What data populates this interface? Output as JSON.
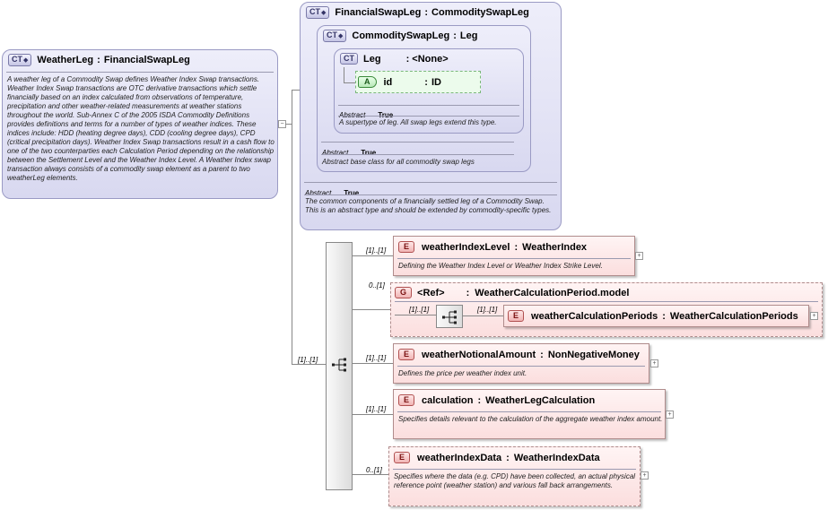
{
  "weatherLeg": {
    "badge": "CT",
    "name": "WeatherLeg",
    "base": "FinancialSwapLeg",
    "description": "A weather leg of a Commodity Swap defines Weather Index Swap transactions. Weather Index Swap transactions are OTC derivative transactions which settle financially based on an index calculated from observations of temperature, precipitation and other weather-related measurements at weather stations throughout the world. Sub-Annex C of the 2005 ISDA Commodity Definitions provides definitions and terms for a number of types of weather indices. These indices include: HDD (heating degree days), CDD (cooling degree days), CPD (critical precipitation days). Weather Index Swap transactions result in a cash flow to one of the two counterparties each Calculation Period depending on the relationship between the Settlement Level and the Weather Index Level. A Weather Index swap transaction always consists of a commodity swap element as a parent to two weatherLeg elements."
  },
  "financialSwapLeg": {
    "badge": "CT",
    "name": "FinancialSwapLeg",
    "base": "CommoditySwapLeg",
    "abstract_label": "Abstract",
    "abstract_value": "True",
    "description": "The common components of a financially settled leg of a Commodity Swap. This is an abstract type and should be extended by commodity-specific types."
  },
  "commoditySwapLeg": {
    "badge": "CT",
    "name": "CommoditySwapLeg",
    "base": "Leg",
    "abstract_label": "Abstract",
    "abstract_value": "True",
    "description": "Abstract base class for all commodity swap legs"
  },
  "leg": {
    "badge": "CT",
    "name": "Leg",
    "base": "<None>",
    "abstract_label": "Abstract",
    "abstract_value": "True",
    "description": "A supertype of leg. All swap legs extend this type.",
    "attribute": {
      "badge": "A",
      "name": "id",
      "type": "ID"
    }
  },
  "sequence_cardinality": "[1]..[1]",
  "elements": [
    {
      "badge": "E",
      "name": "weatherIndexLevel",
      "type": "WeatherIndex",
      "cardinality": "[1]..[1]",
      "description": "Defining the Weather Index Level or Weather Index Strike Level."
    },
    {
      "badge": "E",
      "name": "weatherNotionalAmount",
      "type": "NonNegativeMoney",
      "cardinality": "[1]..[1]",
      "description": "Defines the price per weather index unit."
    },
    {
      "badge": "E",
      "name": "calculation",
      "type": "WeatherLegCalculation",
      "cardinality": "[1]..[1]",
      "description": "Specifies details relevant to the calculation of the aggregate weather index amount."
    },
    {
      "badge": "E",
      "name": "weatherIndexData",
      "type": "WeatherIndexData",
      "cardinality": "0..[1]",
      "description": "Specifies where the data (e.g. CPD) have been collected, an actual physical reference point (weather station) and various fall back arrangements."
    }
  ],
  "group": {
    "badge": "G",
    "ref": "<Ref>",
    "name": "WeatherCalculationPeriod.model",
    "cardinality": "0..[1]",
    "inner_cardinality": "[1]..[1]",
    "element": {
      "badge": "E",
      "name": "weatherCalculationPeriods",
      "type": "WeatherCalculationPeriods",
      "cardinality": "[1]..[1]"
    }
  },
  "expand_symbol": "+",
  "collapse_symbol": "−",
  "colors": {
    "complex_type": "#d8d8f0",
    "element": "#fbdede",
    "attribute": "#ecfbec"
  }
}
